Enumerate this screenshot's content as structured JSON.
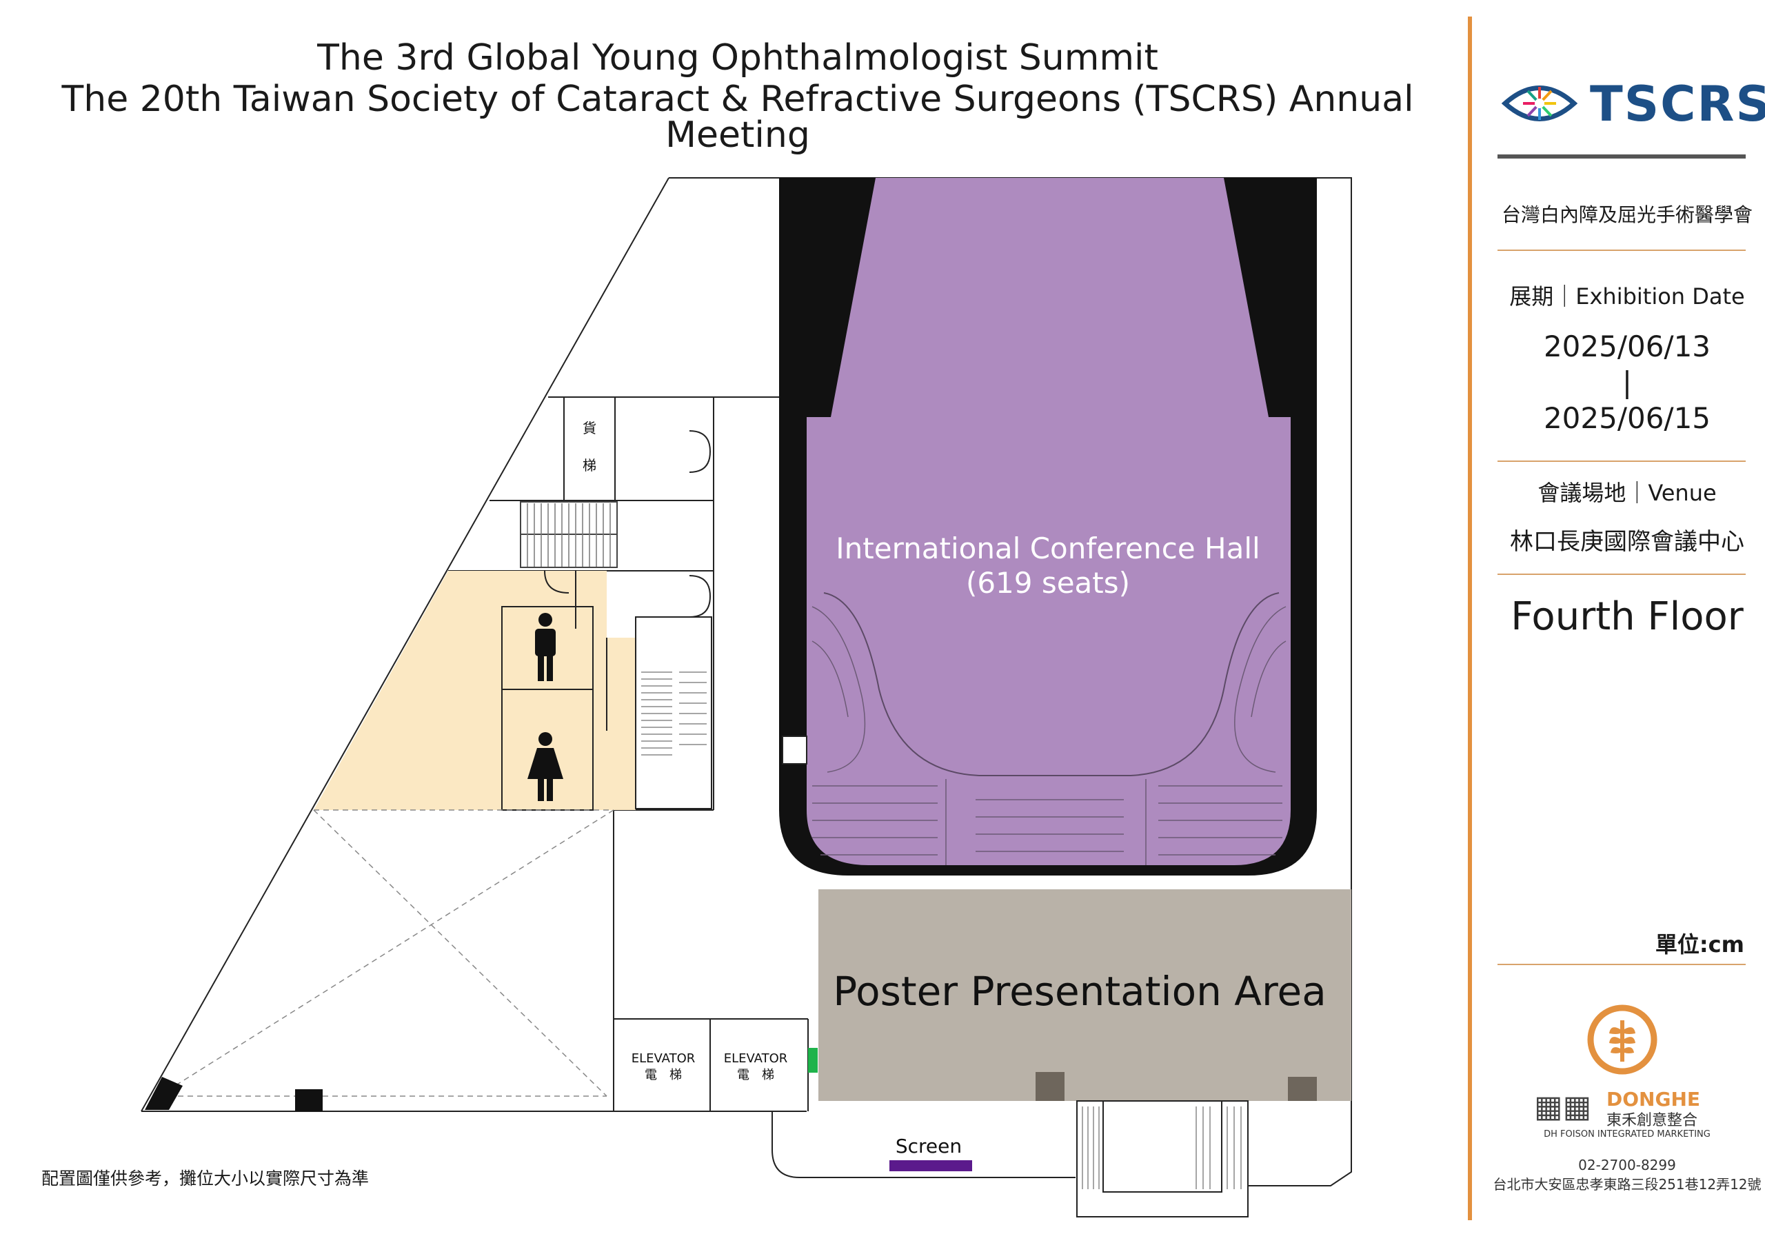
{
  "header": {
    "line1": "The 3rd Global Young Ophthalmologist Summit",
    "line2": "The 20th Taiwan Society of Cataract & Refractive Surgeons (TSCRS) Annual Meeting"
  },
  "logo": {
    "text": "TSCRS",
    "icon": "eye-logo-icon",
    "color": "#1d4f86"
  },
  "sidebar": {
    "society_cn": "台灣白內障及屈光手術醫學會",
    "date_label": "展期｜Exhibition Date",
    "date_start": "2025/06/13",
    "date_sep": "|",
    "date_end": "2025/06/15",
    "venue_label": "會議場地｜Venue",
    "venue_name": "林口長庚國際會議中心",
    "floor": "Fourth Floor",
    "unit": "單位:cm"
  },
  "organizer": {
    "brand_en": "DONGHE",
    "brand_cn": "東禾創意整合",
    "brand_sub": "DH FOISON INTEGRATED MARKETING",
    "phone": "02-2700-8299",
    "address": "台北市大安區忠孝東路三段251巷12弄12號"
  },
  "floorplan": {
    "hall_name": "International Conference Hall",
    "hall_seats": "(619 seats)",
    "poster_area": "Poster Presentation Area",
    "screen_label": "Screen",
    "freight_elevator": [
      "貨",
      "梯"
    ],
    "elevator1_en": "ELEVATOR",
    "elevator1_cn": "電　梯",
    "elevator2_en": "ELEVATOR",
    "elevator2_cn": "電　梯",
    "icons": [
      "male-restroom-icon",
      "female-restroom-icon"
    ]
  },
  "colors": {
    "hall": "#ae8bbf",
    "poster": "#b9b2a8",
    "restroom": "#fbe8c3",
    "accent": "#e3913f",
    "screen": "#5b1a8c"
  },
  "footer_note": "配置圖僅供參考，攤位大小以實際尺寸為準"
}
